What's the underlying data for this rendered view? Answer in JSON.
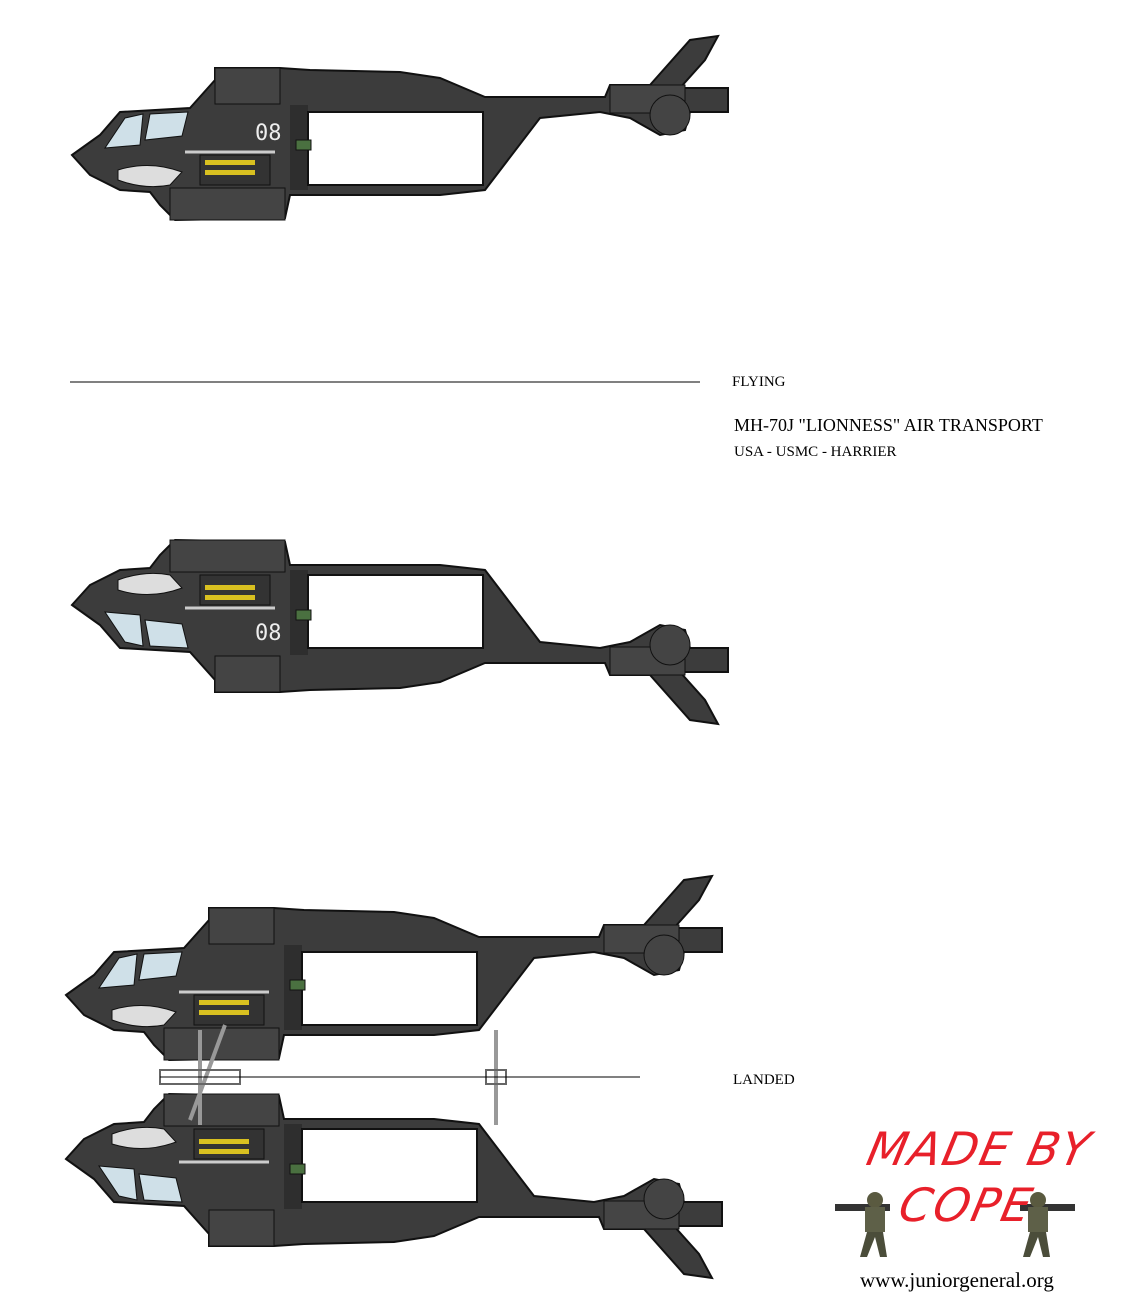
{
  "labels": {
    "flying": "FLYING",
    "title": "MH-70J \"LIONNESS\" AIR TRANSPORT",
    "subtitle": "USA  -  USMC  -  HARRIER",
    "landed": "LANDED"
  },
  "aircraft": {
    "tail_number": "08",
    "body_color": "#3c3c3c",
    "outline_color": "#111111",
    "canopy_color": "#cfe0e8"
  },
  "logo": {
    "line1": "MADE BY",
    "line2": "COPE",
    "color": "#e8202a"
  },
  "credit": "www.juniorgeneral.org"
}
